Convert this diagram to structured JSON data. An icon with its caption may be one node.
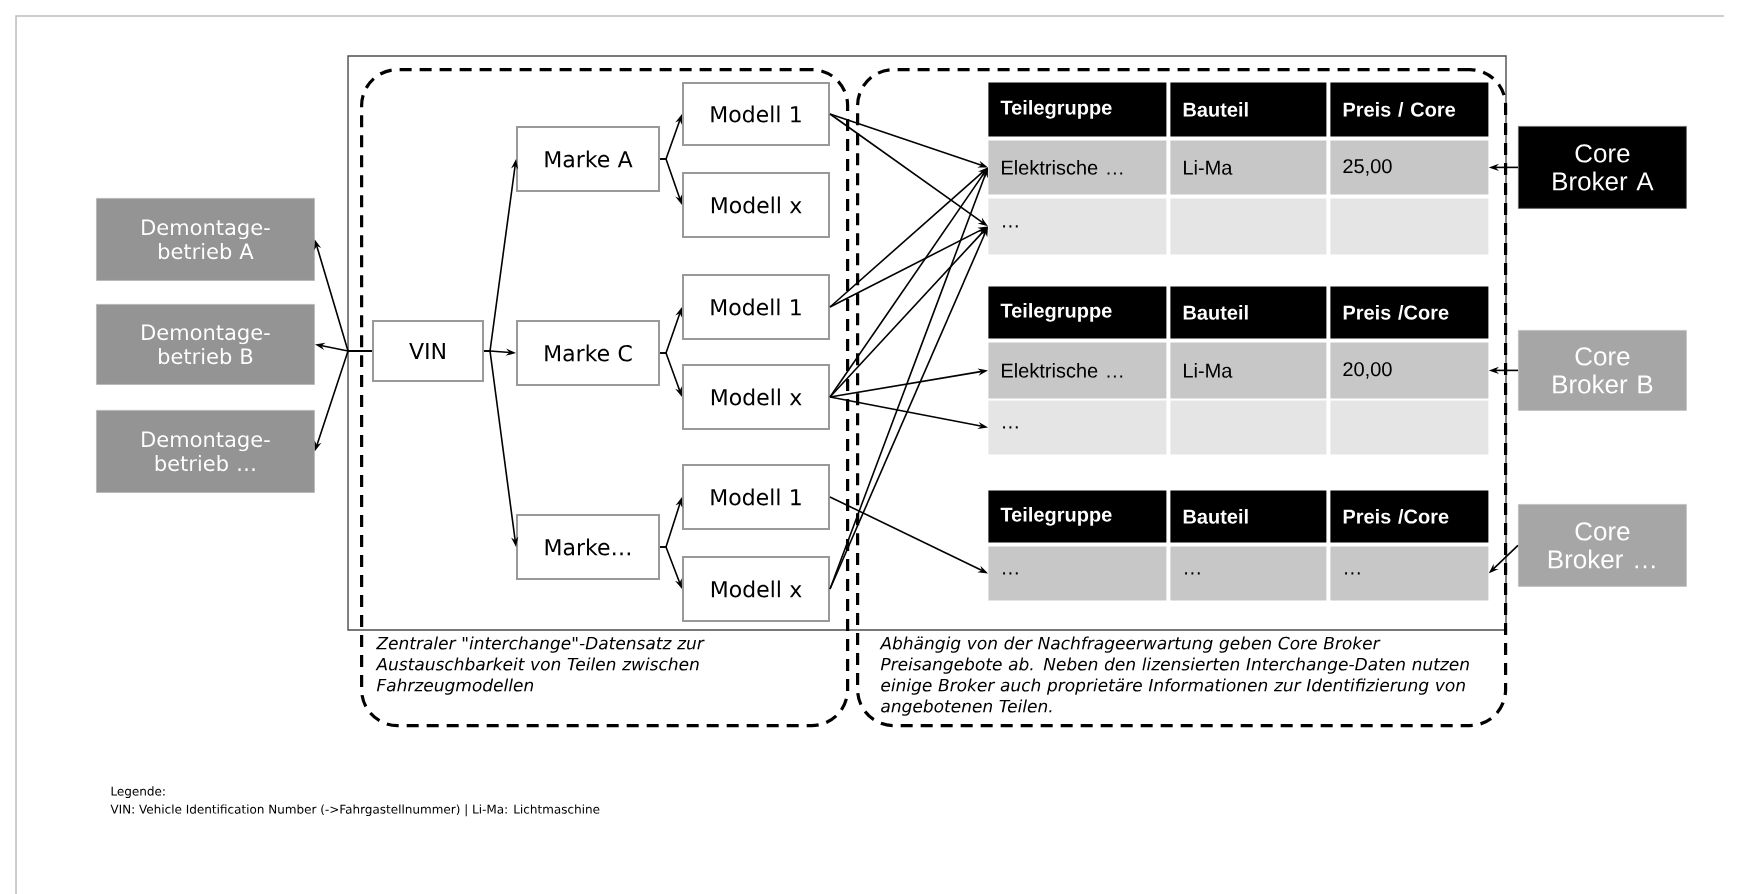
{
  "diagram": {
    "nodes": [
      {
        "text": [
          "Demontage-betrieb A"
        ]
      },
      {
        "text": [
          "Demontage-betrieb B"
        ]
      },
      {
        "text": [
          "Demontage-betrieb …"
        ]
      },
      {
        "text": [
          "Zentraler \"interchange\"-Datensatz zur Austauschbarkeit von Teilen zwischen Fahrzeugmodellen"
        ]
      },
      {
        "text": [
          "VIN"
        ],
        "in": 3
      },
      {
        "text": [
          "Marke A"
        ],
        "in": 3
      },
      {
        "text": [
          "Marke C"
        ],
        "in": 3
      },
      {
        "text": [
          "Marke…"
        ],
        "in": 3
      },
      {
        "text": [
          "Modell 1"
        ],
        "in": 3
      },
      {
        "text": [
          "Modell x"
        ],
        "in": 3
      },
      {
        "text": [
          "Modell 1"
        ],
        "in": 3
      },
      {
        "text": [
          "Modell x"
        ],
        "in": 3
      },
      {
        "text": [
          "Modell 1"
        ],
        "in": 3
      },
      {
        "text": [
          "Modell x"
        ],
        "in": 3
      },
      {
        "text": [
          "Abhängig von der Nachfrageerwartung geben Core Broker Preisangebote ab. Neben den lizensierten Interchange-Daten nutzen einige Broker auch proprietäre Informationen zur Identifizierung von angebotenen Teilen."
        ]
      },
      {
        "text": [
          "Teilegruppe",
          "Bauteil",
          "Preis / Core"
        ],
        "in": 14
      },
      {
        "text": [
          "Elektrische …",
          "Li-Ma",
          "25,00"
        ],
        "in": 14
      },
      {
        "text": [
          "…"
        ],
        "in": 14
      },
      {
        "text": [
          "Teilegruppe",
          "Bauteil",
          "Preis /Core"
        ],
        "in": 14
      },
      {
        "text": [
          "Elektrische …",
          "Li-Ma",
          "20,00"
        ],
        "in": 14
      },
      {
        "text": [
          "…"
        ],
        "in": 14
      },
      {
        "text": [
          "Teilegruppe",
          "Bauteil",
          "Preis /Core"
        ],
        "in": 14
      },
      {
        "text": [
          "…",
          "…",
          "…"
        ],
        "in": 14
      },
      {
        "text": [
          "Core Broker A"
        ]
      },
      {
        "text": [
          "Core Broker B"
        ]
      },
      {
        "text": [
          "Core Broker …"
        ]
      }
    ],
    "edges": [
      {
        "from": 4,
        "to": 0,
        "arrow": "to"
      },
      {
        "from": 4,
        "to": 1,
        "arrow": "to"
      },
      {
        "from": 4,
        "to": 2,
        "arrow": "to"
      },
      {
        "from": 4,
        "to": 5,
        "arrow": "to"
      },
      {
        "from": 4,
        "to": 6,
        "arrow": "to"
      },
      {
        "from": 4,
        "to": 7,
        "arrow": "to"
      },
      {
        "from": 5,
        "to": 8,
        "arrow": "to"
      },
      {
        "from": 5,
        "to": 9,
        "arrow": "to"
      },
      {
        "from": 6,
        "to": 10,
        "arrow": "to"
      },
      {
        "from": 6,
        "to": 11,
        "arrow": "to"
      },
      {
        "from": 7,
        "to": 12,
        "arrow": "to"
      },
      {
        "from": 7,
        "to": 13,
        "arrow": "to"
      },
      {
        "from": 8,
        "to": 16,
        "arrow": "to"
      },
      {
        "from": 8,
        "to": 17,
        "arrow": "to"
      },
      {
        "from": 10,
        "to": 16,
        "arrow": "to"
      },
      {
        "from": 10,
        "to": 17,
        "arrow": "to"
      },
      {
        "from": 11,
        "to": 16,
        "arrow": "to"
      },
      {
        "from": 11,
        "to": 17,
        "arrow": "to"
      },
      {
        "from": 11,
        "to": 19,
        "arrow": "to"
      },
      {
        "from": 11,
        "to": 20,
        "arrow": "to"
      },
      {
        "from": 12,
        "to": 22,
        "arrow": "to"
      },
      {
        "from": 13,
        "to": 16,
        "arrow": "to"
      },
      {
        "from": 13,
        "to": 17,
        "arrow": "to"
      },
      {
        "from": 23,
        "to": 16,
        "arrow": "to"
      },
      {
        "from": 24,
        "to": 19,
        "arrow": "to"
      },
      {
        "from": 25,
        "to": 22,
        "arrow": "to"
      }
    ],
    "labels": [
      "Legende:",
      "VIN: Vehicle Identification Number (->Fahrgastellnummer) | Li-Ma: Lichtmaschine"
    ]
  }
}
